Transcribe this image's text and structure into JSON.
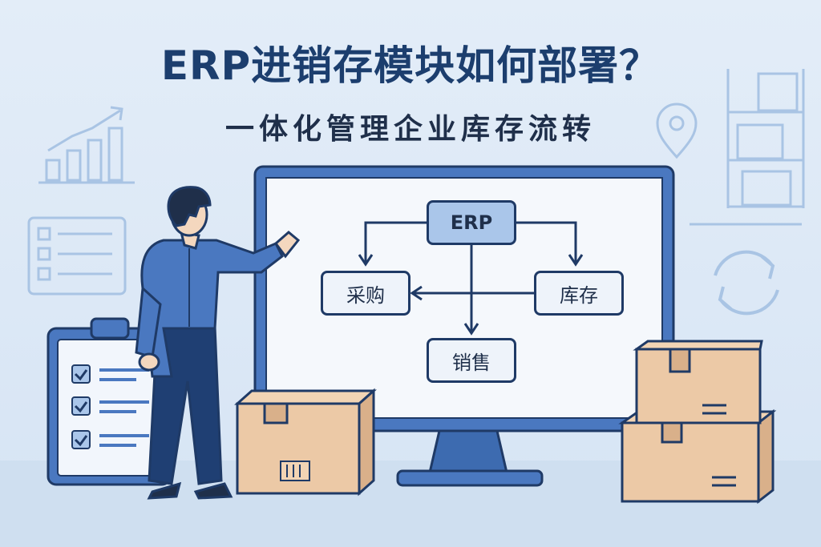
{
  "header": {
    "title": "ERP进销存模块如何部署？",
    "subtitle": "一体化管理企业库存流转"
  },
  "diagram": {
    "root": "ERP",
    "left": "采购",
    "right": "库存",
    "bottom": "销售"
  },
  "icons": [
    "growth-chart-icon",
    "checklist-icon",
    "location-pin-icon",
    "shelving-icon",
    "refresh-cycle-icon",
    "clipboard-icon",
    "cardboard-box-icon",
    "person-presenter-icon",
    "monitor-icon"
  ],
  "colors": {
    "background": "#dce8f6",
    "title": "#1c3e6e",
    "accent": "#4a78c0",
    "box": "#ecc9a6"
  }
}
